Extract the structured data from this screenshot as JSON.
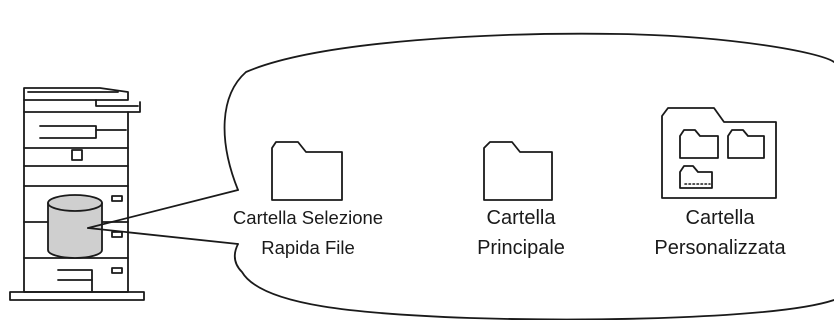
{
  "folders": [
    {
      "id": "quick-file",
      "lines": [
        "Cartella Selezione",
        "Rapida File"
      ]
    },
    {
      "id": "main",
      "lines": [
        "Cartella",
        "Principale"
      ]
    },
    {
      "id": "custom",
      "lines": [
        "Cartella",
        "Personalizzata"
      ]
    }
  ],
  "colors": {
    "line": "#1a1a1a",
    "disk_fill": "#cfcfcf",
    "background": "#ffffff"
  },
  "icons": [
    "printer-icon",
    "hard-disk-icon",
    "folder-icon",
    "multi-folder-icon"
  ]
}
